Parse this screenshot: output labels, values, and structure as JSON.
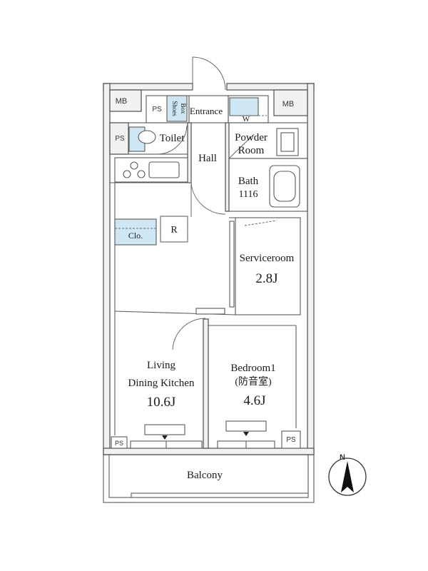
{
  "rooms": {
    "mb_left": "MB",
    "mb_right": "MB",
    "ps_top": "PS",
    "ps_left": "PS",
    "ps_bottom_left": "PS",
    "ps_bottom_right": "PS",
    "shoes_box_line1": "Shoes",
    "shoes_box_line2": "Box",
    "entrance": "Entrance",
    "w": "W",
    "toilet": "Toilet",
    "powder_room_line1": "Powder",
    "powder_room_line2": "Room",
    "hall": "Hall",
    "bath_line1": "Bath",
    "bath_line2": "1116",
    "refrigerator": "R",
    "closet": "Clo.",
    "serviceroom_name": "Serviceroom",
    "serviceroom_size": "2.8J",
    "ldk_line1": "Living",
    "ldk_line2": "Dining Kitchen",
    "ldk_size": "10.6J",
    "bedroom_name": "Bedroom1",
    "bedroom_note": "(防音室)",
    "bedroom_size": "4.6J",
    "balcony": "Balcony"
  },
  "compass": {
    "label": "N"
  },
  "colors": {
    "wall": "#f1f1f1",
    "wet_area": "#cfe6f3",
    "line": "#5a5a5a"
  }
}
